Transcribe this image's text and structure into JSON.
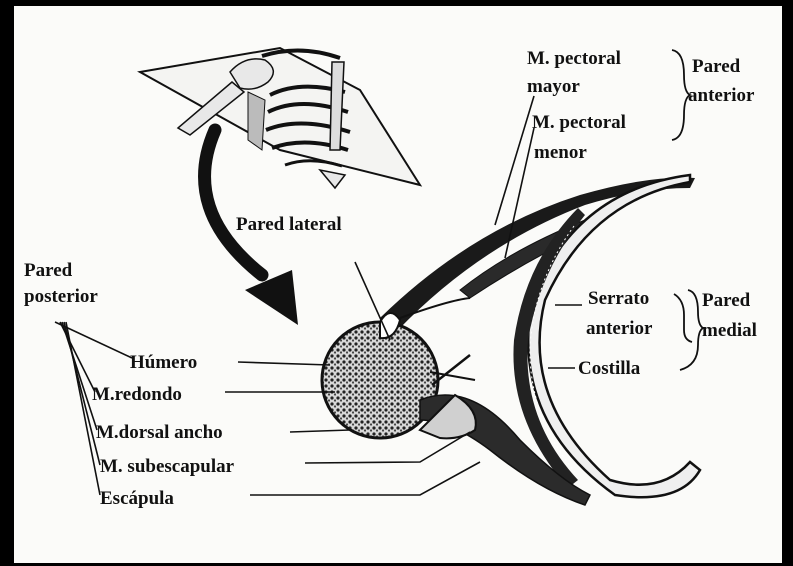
{
  "labels": {
    "pared_posterior_1": "Pared",
    "pared_posterior_2": "posterior",
    "pared_lateral": "Pared lateral",
    "humero": "Húmero",
    "redondo": "M.redondo",
    "dorsal_ancho": "M.dorsal ancho",
    "subescapular": "M. subescapular",
    "escapula": "Escápula",
    "pectoral_mayor_1": "M. pectoral",
    "pectoral_mayor_2": "mayor",
    "pectoral_menor_1": "M. pectoral",
    "pectoral_menor_2": "menor",
    "pared_anterior_1": "Pared",
    "pared_anterior_2": "anterior",
    "serrato_1": "Serrato",
    "serrato_2": "anterior",
    "pared_medial_1": "Pared",
    "pared_medial_2": "medial",
    "costilla": "Costilla"
  },
  "colors": {
    "background": "#fbfbf9",
    "ink": "#111111",
    "frame": "#000000"
  },
  "icons": {
    "thorax": "thorax-section-icon",
    "arrow": "curved-arrow-icon"
  }
}
